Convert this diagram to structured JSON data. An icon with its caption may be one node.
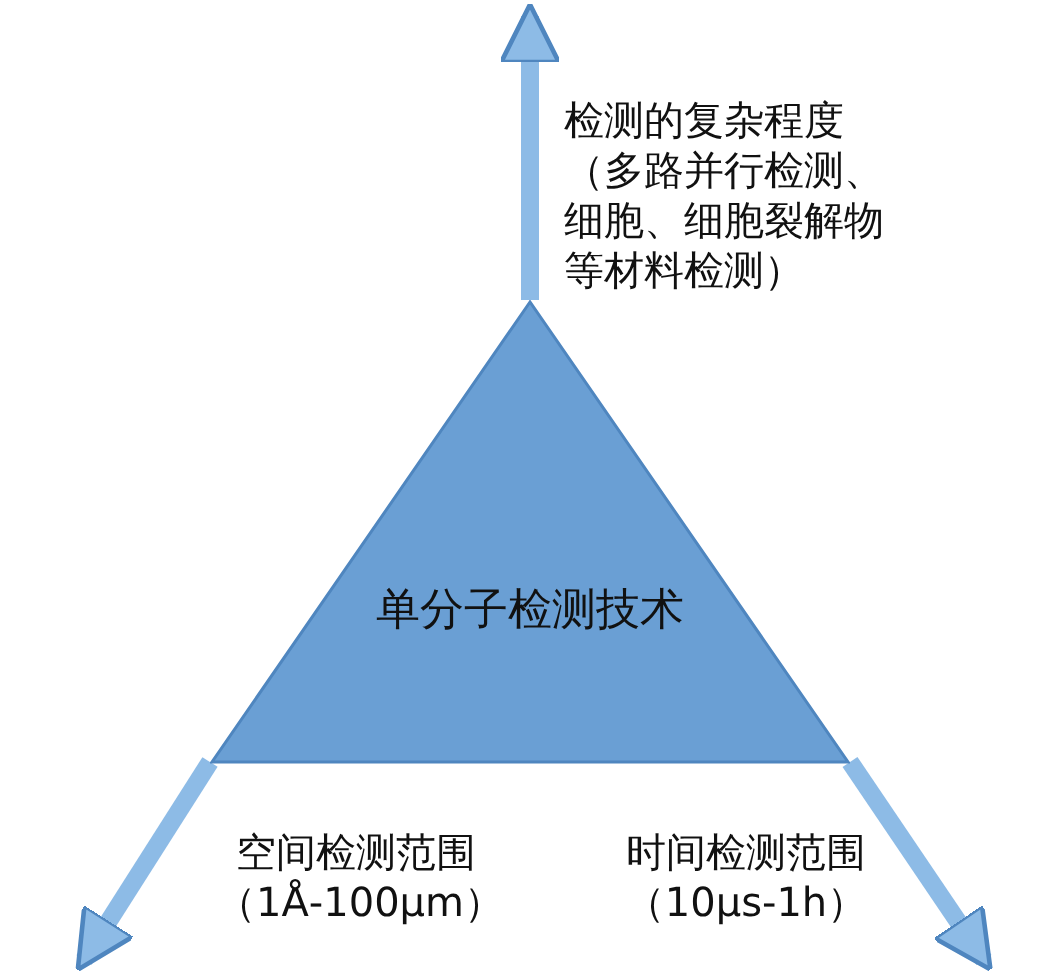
{
  "diagram": {
    "nodes": [
      {
        "text": [
          "单分子检测技术"
        ]
      }
    ],
    "labels": [
      "检测的复杂程度",
      "（多路并行检测、细胞、细胞裂解物等材料检测）",
      "空间检测范围",
      "（1Å-100μm）",
      "时间检测范围",
      "（10μs-1h）"
    ]
  }
}
